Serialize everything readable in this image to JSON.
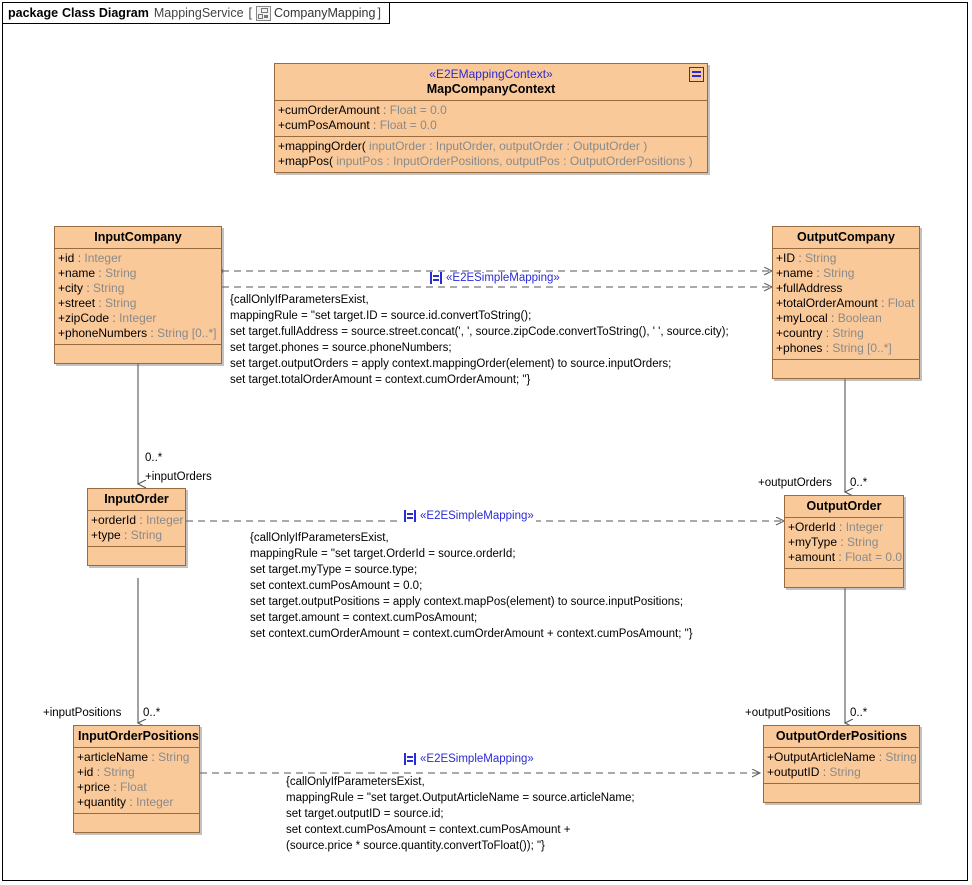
{
  "package": {
    "keyword": "package",
    "kind": "Class Diagram",
    "service": "MappingService",
    "bracket_open": "[",
    "bracket_close": "]",
    "diagram_icon": "package-diagram-icon",
    "name": "CompanyMapping"
  },
  "classes": {
    "context": {
      "stereotype": "«E2EMappingContext»",
      "name": "MapCompanyContext",
      "corner_icon": "note-lines-icon",
      "attributes": [
        {
          "vis": "+",
          "name": "cumOrderAmount",
          "sep": " : ",
          "type": "Float",
          "default": " = 0.0"
        },
        {
          "vis": "+",
          "name": "cumPosAmount",
          "sep": " : ",
          "type": "Float",
          "default": " = 0.0"
        }
      ],
      "operations": [
        {
          "vis": "+",
          "name": "mappingOrder(",
          "params": " inputOrder : InputOrder, outputOrder : OutputOrder )"
        },
        {
          "vis": "+",
          "name": "mapPos(",
          "params": " inputPos : InputOrderPositions, outputPos : OutputOrderPositions )"
        }
      ]
    },
    "input_company": {
      "name": "InputCompany",
      "attributes": [
        {
          "vis": "+",
          "name": "id",
          "sep": " : ",
          "type": "Integer"
        },
        {
          "vis": "+",
          "name": "name",
          "sep": " : ",
          "type": "String"
        },
        {
          "vis": "+",
          "name": "city",
          "sep": " : ",
          "type": "String"
        },
        {
          "vis": "+",
          "name": "street",
          "sep": " : ",
          "type": "String"
        },
        {
          "vis": "+",
          "name": "zipCode",
          "sep": " : ",
          "type": "Integer"
        },
        {
          "vis": "+",
          "name": "phoneNumbers",
          "sep": " : ",
          "type": "String [0..*]"
        }
      ]
    },
    "output_company": {
      "name": "OutputCompany",
      "attributes": [
        {
          "vis": "+",
          "name": "ID",
          "sep": " : ",
          "type": "String"
        },
        {
          "vis": "+",
          "name": "name",
          "sep": " : ",
          "type": "String"
        },
        {
          "vis": "+",
          "name": "fullAddress",
          "sep": "",
          "type": ""
        },
        {
          "vis": "+",
          "name": "totalOrderAmount",
          "sep": " : ",
          "type": "Float"
        },
        {
          "vis": "+",
          "name": "myLocal",
          "sep": " : ",
          "type": "Boolean"
        },
        {
          "vis": "+",
          "name": "country",
          "sep": " : ",
          "type": "String"
        },
        {
          "vis": "+",
          "name": "phones",
          "sep": " : ",
          "type": "String [0..*]"
        }
      ]
    },
    "input_order": {
      "name": "InputOrder",
      "attributes": [
        {
          "vis": "+",
          "name": "orderId",
          "sep": " : ",
          "type": "Integer"
        },
        {
          "vis": "+",
          "name": "type",
          "sep": " : ",
          "type": "String"
        }
      ]
    },
    "output_order": {
      "name": "OutputOrder",
      "attributes": [
        {
          "vis": "+",
          "name": "OrderId",
          "sep": " : ",
          "type": "Integer"
        },
        {
          "vis": "+",
          "name": "myType",
          "sep": " : ",
          "type": "String"
        },
        {
          "vis": "+",
          "name": "amount",
          "sep": " : ",
          "type": "Float = 0.0"
        }
      ]
    },
    "input_positions": {
      "name": "InputOrderPositions",
      "attributes": [
        {
          "vis": "+",
          "name": "articleName",
          "sep": " : ",
          "type": "String"
        },
        {
          "vis": "+",
          "name": "id",
          "sep": " : ",
          "type": "String"
        },
        {
          "vis": "+",
          "name": "price",
          "sep": " : ",
          "type": "Float"
        },
        {
          "vis": "+",
          "name": "quantity",
          "sep": " : ",
          "type": "Integer"
        }
      ]
    },
    "output_positions": {
      "name": "OutputOrderPositions",
      "attributes": [
        {
          "vis": "+",
          "name": "OutputArticleName",
          "sep": " : ",
          "type": "String"
        },
        {
          "vis": "+",
          "name": "outputID",
          "sep": " : ",
          "type": "String"
        }
      ]
    }
  },
  "mappings": {
    "company": {
      "stereotype": "«E2ESimpleMapping»",
      "icon": "interface-mapping-icon",
      "body": "{callOnlyIfParametersExist,\nmappingRule = \"set target.ID = source.id.convertToString();\nset target.fullAddress = source.street.concat(', ', source.zipCode.convertToString(), ' ', source.city);\nset target.phones = source.phoneNumbers;\nset target.outputOrders = apply context.mappingOrder(element) to source.inputOrders;\nset target.totalOrderAmount = context.cumOrderAmount; \"}"
    },
    "order": {
      "stereotype": "«E2ESimpleMapping»",
      "icon": "interface-mapping-icon",
      "body": "{callOnlyIfParametersExist,\nmappingRule = \"set target.OrderId = source.orderId;\nset target.myType = source.type;\nset context.cumPosAmount = 0.0;\nset target.outputPositions = apply context.mapPos(element) to source.inputPositions;\nset target.amount = context.cumPosAmount;\nset context.cumOrderAmount = context.cumOrderAmount + context.cumPosAmount; \"}"
    },
    "positions": {
      "stereotype": "«E2ESimpleMapping»",
      "icon": "interface-mapping-icon",
      "body": "{callOnlyIfParametersExist,\nmappingRule = \"set target.OutputArticleName = source.articleName;\nset target.outputID = source.id;\nset context.cumPosAmount = context.cumPosAmount +\n(source.price * source.quantity.convertToFloat()); \"}"
    }
  },
  "associations": {
    "input_orders_mult": "0..*",
    "input_orders_role": "+inputOrders",
    "output_orders_role": "+outputOrders",
    "output_orders_mult": "0..*",
    "input_positions_role": "+inputPositions",
    "input_positions_mult": "0..*",
    "output_positions_role": "+outputPositions",
    "output_positions_mult": "0..*"
  },
  "colors": {
    "class_fill": "#fac99a",
    "class_border": "#9a6b3f",
    "stereotype_text": "#2b2bd6",
    "type_text": "#8a8a8a",
    "connector": "#555555"
  }
}
